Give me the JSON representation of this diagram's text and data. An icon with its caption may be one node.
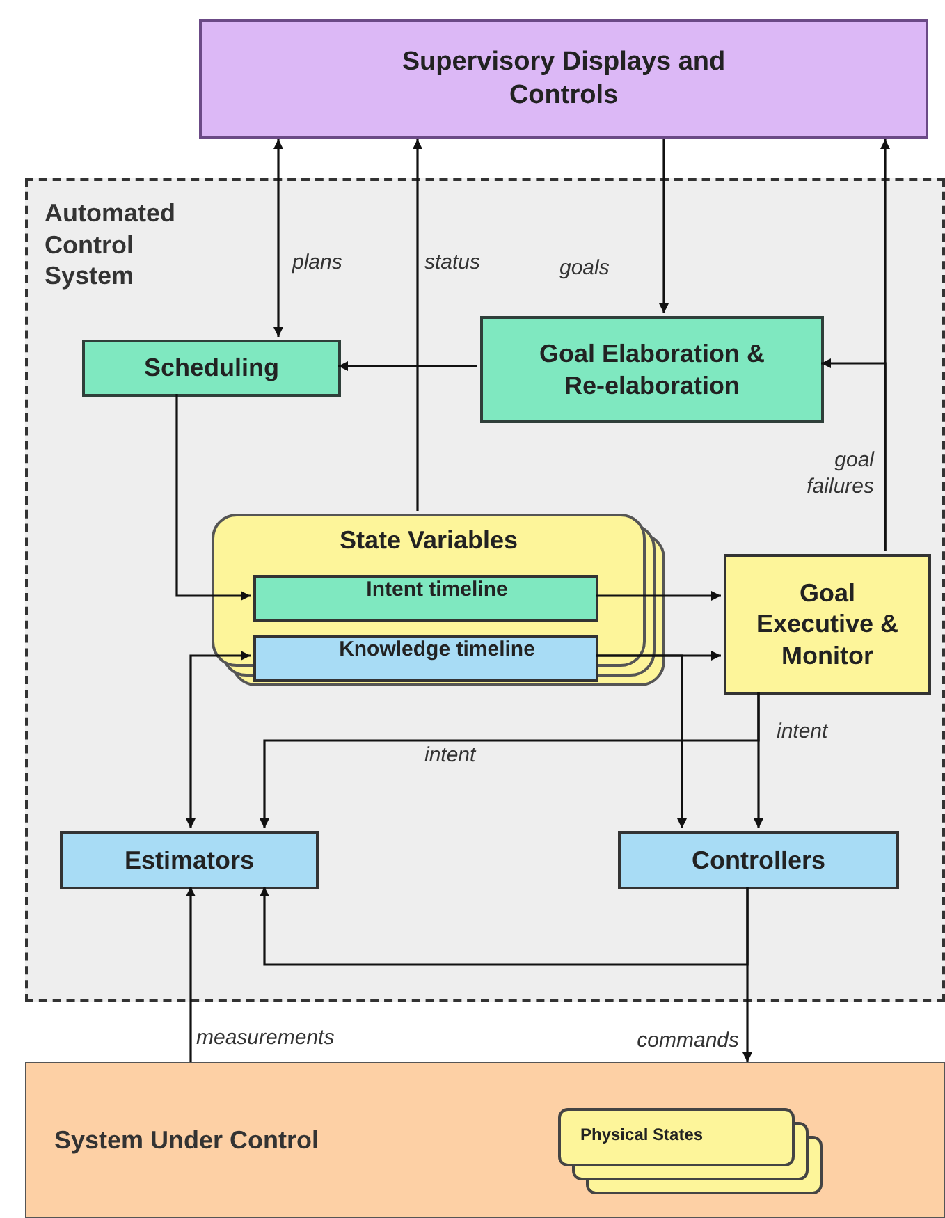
{
  "diagram": {
    "nodes": [
      {
        "text": [
          "Supervisory Displays and Controls"
        ]
      },
      {
        "text": [
          "Automated Control System"
        ]
      },
      {
        "text": [
          "Scheduling"
        ],
        "in": 1
      },
      {
        "text": [
          "Goal Elaboration & Re-elaboration"
        ],
        "in": 1
      },
      {
        "text": [
          "State Variables"
        ],
        "in": 1
      },
      {
        "text": [
          "Intent timeline"
        ],
        "in": 4
      },
      {
        "text": [
          "Knowledge timeline"
        ],
        "in": 4
      },
      {
        "text": [
          "Goal Executive & Monitor"
        ],
        "in": 1
      },
      {
        "text": [
          "Estimators"
        ],
        "in": 1
      },
      {
        "text": [
          "Controllers"
        ],
        "in": 1
      },
      {
        "text": [
          "System Under Control"
        ]
      },
      {
        "text": [
          "Physical States"
        ],
        "in": 10
      }
    ],
    "edges": [
      {
        "from": 2,
        "to": 0,
        "arrow": "both",
        "label": "plans"
      },
      {
        "from": 4,
        "to": 0,
        "arrow": "to",
        "label": "status"
      },
      {
        "from": 0,
        "to": 3,
        "arrow": "to",
        "label": "goals"
      },
      {
        "from": 7,
        "to": 0,
        "arrow": "to",
        "label": "goal failures"
      },
      {
        "from": 7,
        "to": 3,
        "arrow": "to"
      },
      {
        "from": 3,
        "to": 2,
        "arrow": "to"
      },
      {
        "from": 2,
        "to": 5,
        "arrow": "to"
      },
      {
        "from": 5,
        "to": 7,
        "arrow": "to"
      },
      {
        "from": 6,
        "to": 7,
        "arrow": "to"
      },
      {
        "from": 6,
        "to": 9,
        "arrow": "to"
      },
      {
        "from": 8,
        "to": 6,
        "arrow": "both"
      },
      {
        "from": 7,
        "to": 8,
        "arrow": "to",
        "label": "intent"
      },
      {
        "from": 7,
        "to": 9,
        "arrow": "to",
        "label": "intent"
      },
      {
        "from": 9,
        "to": 8,
        "arrow": "to"
      },
      {
        "from": 9,
        "to": 10,
        "arrow": "to",
        "label": "commands"
      },
      {
        "from": 10,
        "to": 8,
        "arrow": "to",
        "label": "measurements"
      }
    ]
  }
}
